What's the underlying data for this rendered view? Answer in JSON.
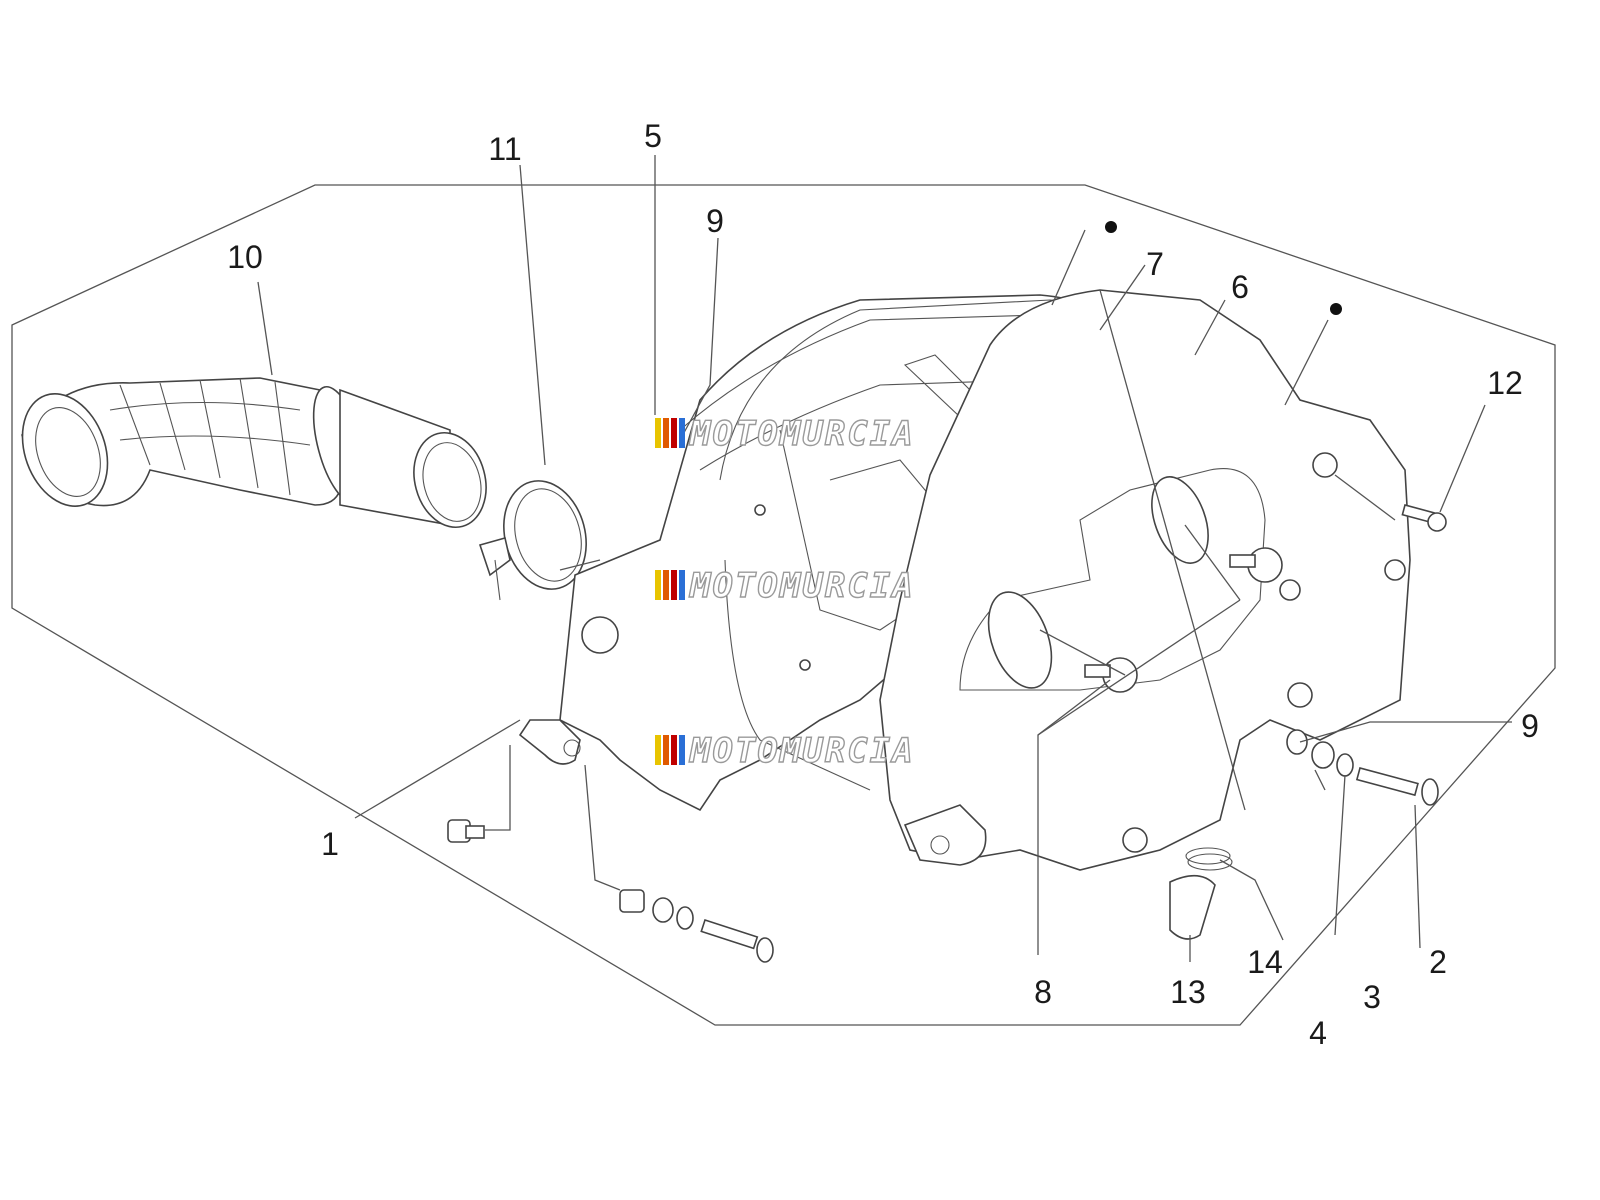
{
  "watermark": {
    "text": "MOTOMURCIA",
    "colors": [
      "#e8c400",
      "#e05a00",
      "#c00000",
      "#2a6fd6"
    ]
  },
  "part_labels": {
    "p1": "1",
    "p2": "2",
    "p3": "3",
    "p4": "4",
    "p5": "5",
    "p6": "6",
    "p7": "7",
    "p8": "8",
    "p9a": "9",
    "p9b": "9",
    "p10": "10",
    "p11": "11",
    "p12": "12",
    "p13": "13",
    "p14": "14"
  }
}
